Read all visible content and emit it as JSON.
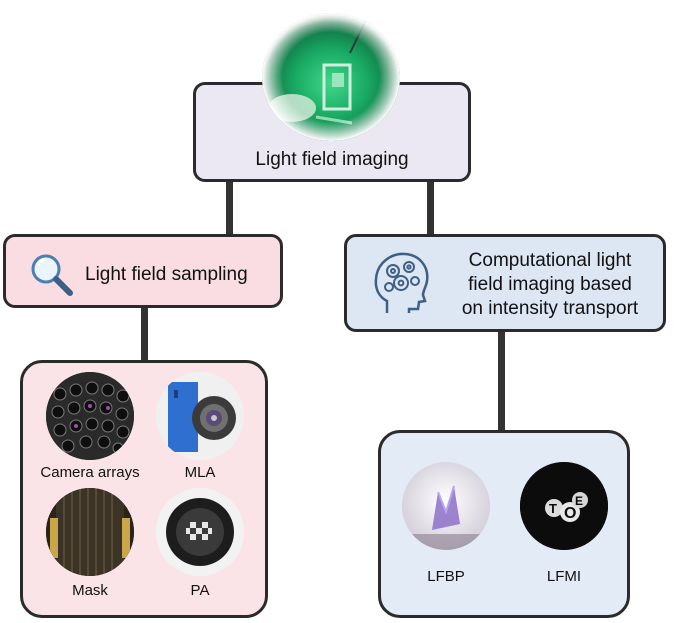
{
  "root": {
    "label": "Light field imaging"
  },
  "left_branch": {
    "label": "Light field sampling",
    "icon": "magnifier-icon",
    "items": [
      {
        "label": "Camera arrays"
      },
      {
        "label": "MLA"
      },
      {
        "label": "Mask"
      },
      {
        "label": "PA"
      }
    ]
  },
  "right_branch": {
    "label_lines": [
      "Computational light",
      "field imaging based",
      "on intensity transport"
    ],
    "icon": "head-gears-icon",
    "items": [
      {
        "label": "LFBP"
      },
      {
        "label": "LFMI"
      }
    ]
  },
  "colors": {
    "root_fill": "#ebe7f3",
    "left_fill": "#f9dde2",
    "right_fill": "#dde6f3",
    "border": "#2b2b2b"
  }
}
